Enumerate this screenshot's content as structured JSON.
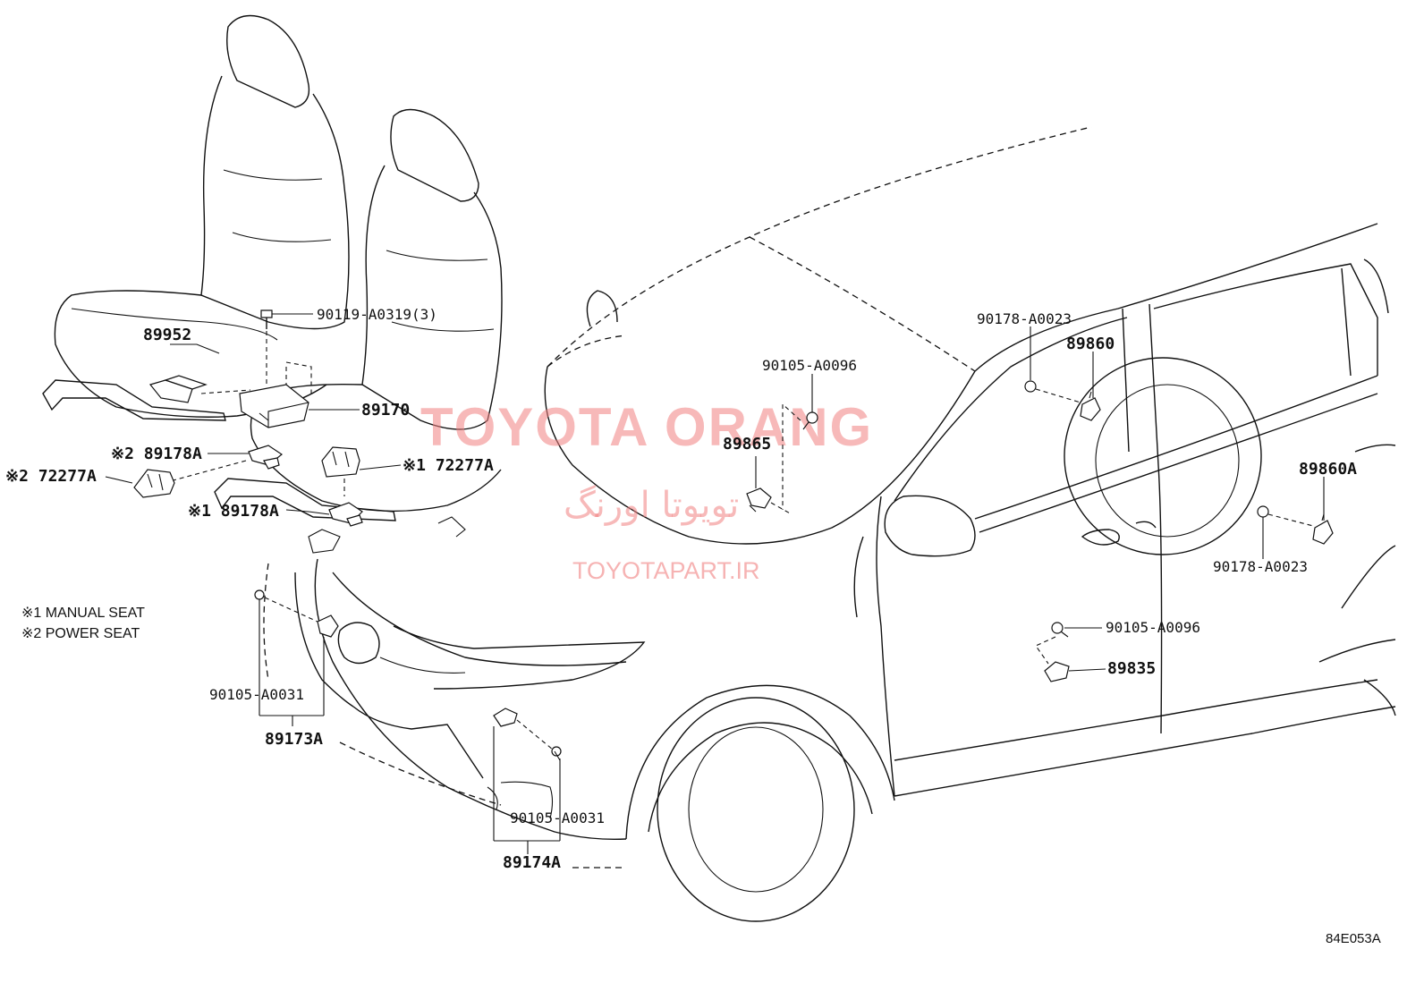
{
  "labels": {
    "p90119": "90119-A0319(3)",
    "p89952": "89952",
    "p89170": "89170",
    "p89178A_power": "※2 89178A",
    "p72277A_power": "※2 72277A",
    "p72277A_manual": "※1 72277A",
    "p89178A_manual": "※1 89178A",
    "p90105_front_left": "90105-A0031",
    "p89173A": "89173A",
    "p90105_front_bottom": "90105-A0031",
    "p89174A": "89174A",
    "p90105_center": "90105-A0096",
    "p89865": "89865",
    "p90178_upper": "90178-A0023",
    "p89860": "89860",
    "p89860A": "89860A",
    "p90178_lower": "90178-A0023",
    "p90105_side": "90105-A0096",
    "p89835": "89835"
  },
  "notes": {
    "manual": "※1 MANUAL SEAT",
    "power": "※2 POWER SEAT"
  },
  "watermark": {
    "title": "TOYOTA ORANG",
    "persian": "تویوتا اورنگ",
    "url": "TOYOTAPART.IR"
  },
  "diagram_code": "84E053A",
  "colors": {
    "line": "#111111",
    "watermark": "#f08080",
    "background": "#ffffff"
  }
}
